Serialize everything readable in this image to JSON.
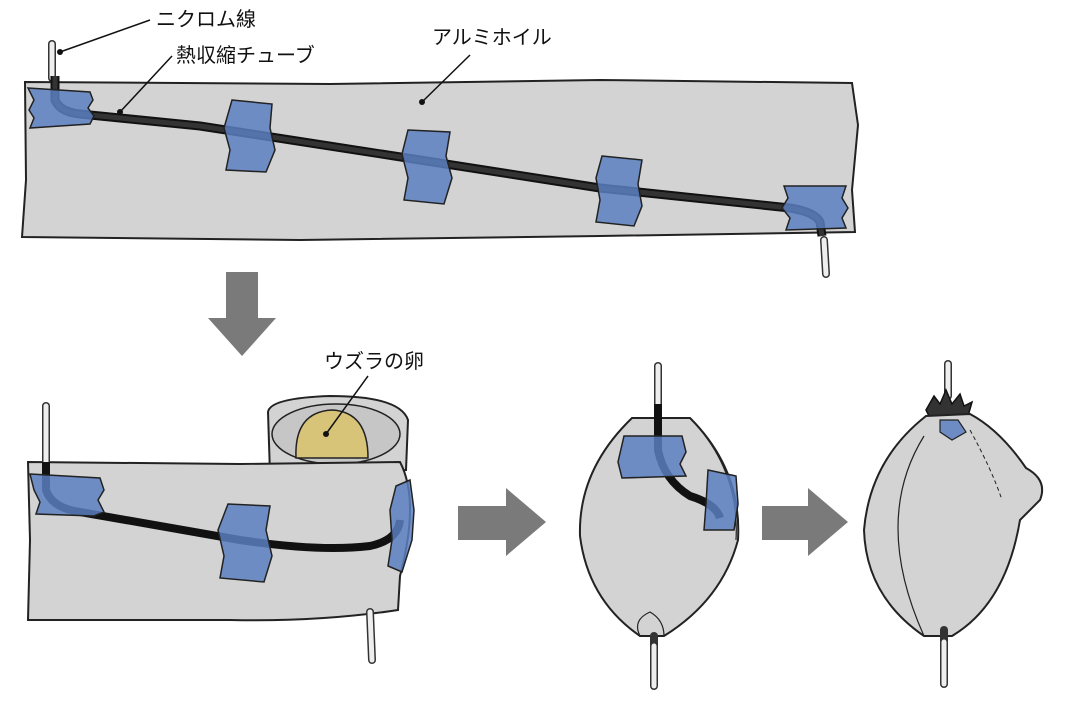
{
  "labels": {
    "nichrome_wire": "ニクロム線",
    "heat_shrink_tube": "熱収縮チューブ",
    "aluminum_foil": "アルミホイル",
    "quail_egg": "ウズラの卵"
  },
  "colors": {
    "foil": "#d3d3d3",
    "tape": "#5b7fc0",
    "tube": "#2c2c2c",
    "wire": "#e0e0e0",
    "egg": "#d8c478",
    "arrow": "#7a7a7a",
    "outline": "#222222"
  },
  "icons": {
    "arrow_down": "down-arrow-icon",
    "arrow_right": "right-arrow-icon"
  }
}
